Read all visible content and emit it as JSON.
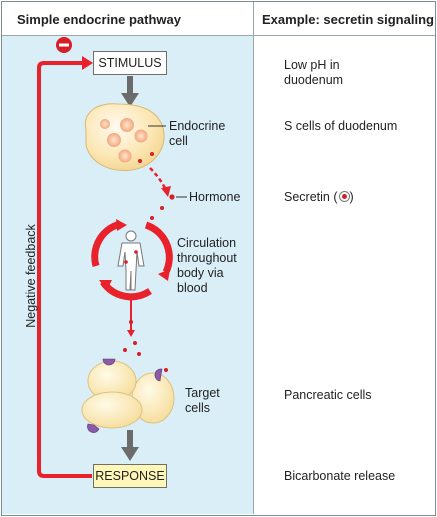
{
  "header": {
    "left_title": "Simple endocrine pathway",
    "right_title": "Example: secretin signaling"
  },
  "pathway": {
    "stimulus": "STIMULUS",
    "endocrine_cell": "Endocrine\ncell",
    "hormone": "Hormone",
    "circulation": "Circulation\nthroughout\nbody via\nblood",
    "target_cells": "Target\ncells",
    "response": "RESPONSE",
    "feedback": "Negative feedback"
  },
  "example": {
    "stimulus": "Low pH in\nduodenum",
    "endocrine_cell": "S cells of duodenum",
    "hormone_prefix": "Secretin (",
    "hormone_suffix": ")",
    "target_cells": "Pancreatic cells",
    "response": "Bicarbonate release"
  },
  "colors": {
    "feedback_arrow": "#e8212b",
    "hormone_dot": "#d61f26",
    "cell_fill": "#fce8b8",
    "process_arrow": "#6b6b6b",
    "response_fill": "#fff7b8",
    "panel_background": "#d9eef7",
    "receptor": "#8b5aa6"
  },
  "icons": {
    "minus": "minus-circle-icon",
    "body": "human-body-icon"
  }
}
